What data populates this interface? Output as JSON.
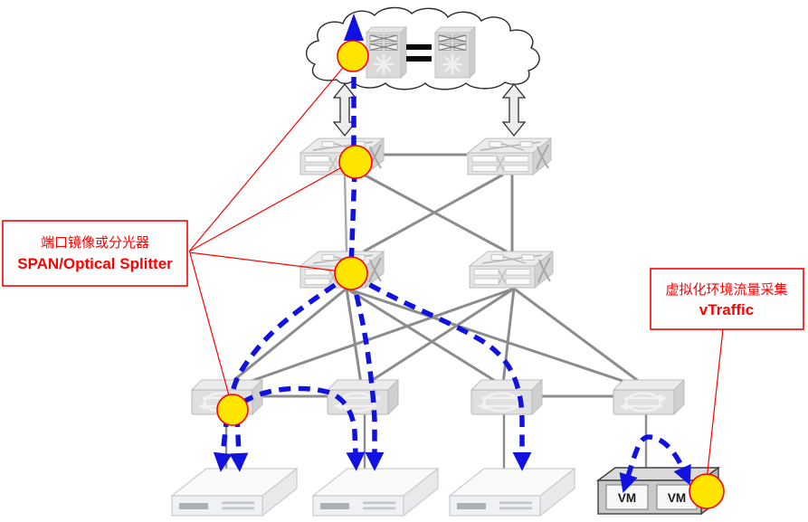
{
  "span_label": {
    "line1": "端口镜像或分光器",
    "line2": "SPAN/Optical Splitter"
  },
  "vtraffic_label": {
    "line1": "虚拟化环境流量采集",
    "line2": "vTraffic"
  },
  "vm_host": {
    "vm1": "VM",
    "vm2": "VM"
  },
  "colors": {
    "flow_blue": "#1212e0",
    "tap_yellow": "#ffe500",
    "annotation_red": "#ff0000",
    "link_gray": "#8c8c8c"
  }
}
